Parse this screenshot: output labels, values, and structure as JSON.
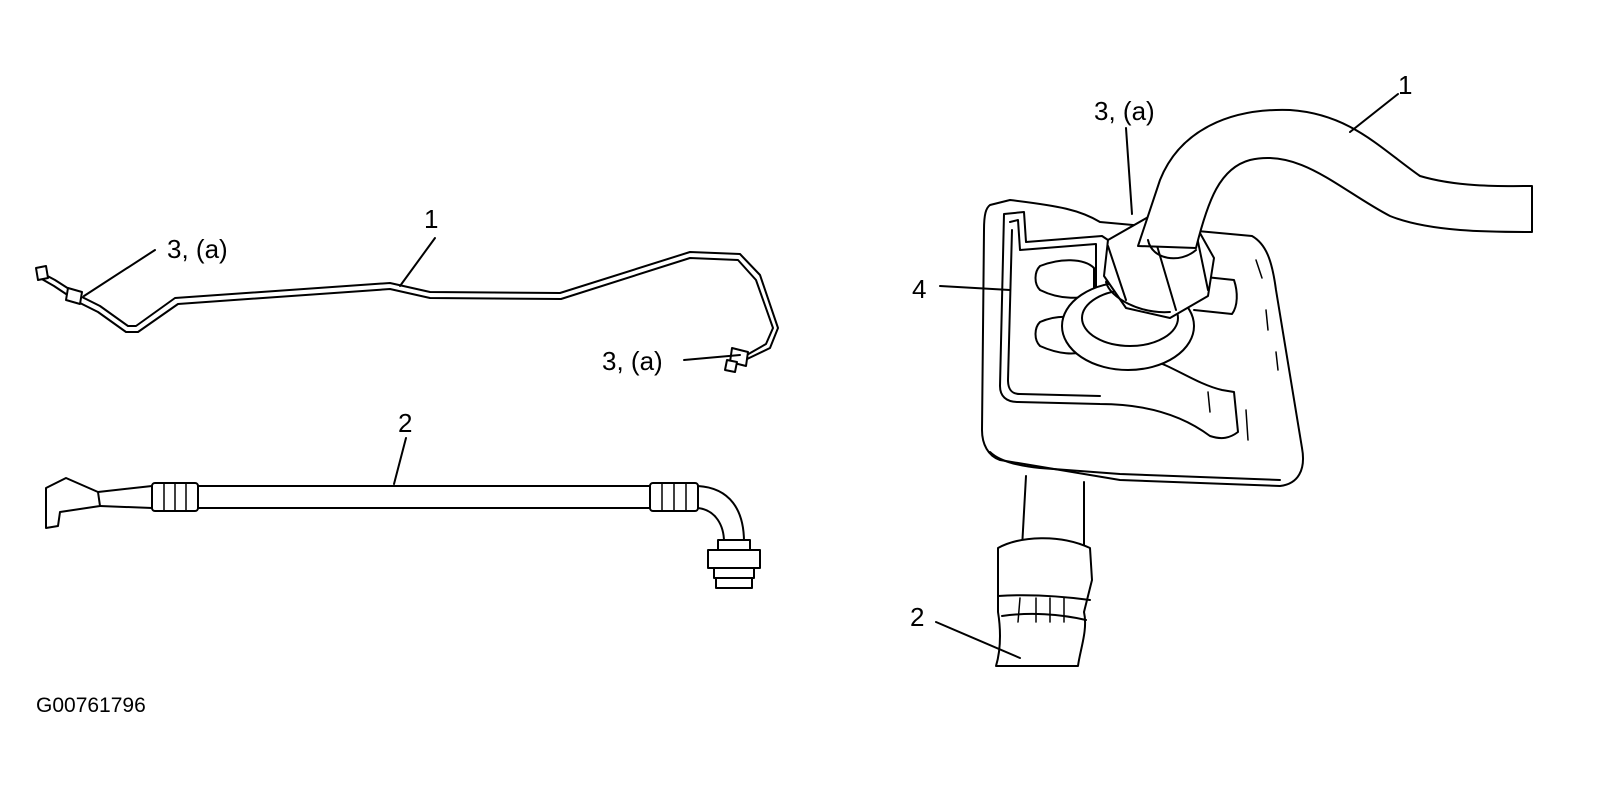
{
  "left_view": {
    "tube_label": "1",
    "fitting_label_top": "3, (a)",
    "fitting_label_right": "3, (a)",
    "hose_label": "2"
  },
  "right_view": {
    "tube_label": "1",
    "fitting_label": "3, (a)",
    "bracket_label": "4",
    "hose_label": "2"
  },
  "figure_id": "G00761796"
}
